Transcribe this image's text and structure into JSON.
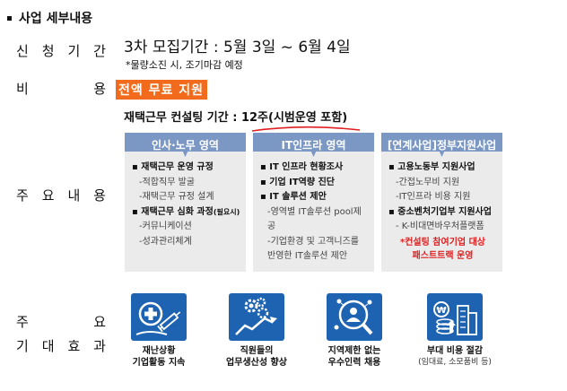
{
  "section": {
    "title": "사업 세부내용"
  },
  "labels": {
    "period": [
      "신",
      "청",
      "기",
      "간"
    ],
    "cost": [
      "비",
      "용"
    ],
    "content": [
      "주",
      "요",
      "내",
      "용"
    ],
    "effect_line1": [
      "주",
      "요"
    ],
    "effect_line2": [
      "기",
      "대",
      "효",
      "과"
    ]
  },
  "period": {
    "main": "3차 모집기간 : 5월 3일 ~ 6월 4일",
    "note": "*물량소진 시, 조기마감 예정"
  },
  "cost": {
    "value": "전액 무료 지원"
  },
  "duration": {
    "label": "재택근무 컨설팅 기간 : ",
    "value": "12주(시범운영 포함)"
  },
  "columns": [
    {
      "title": "인사·노무 영역",
      "items": [
        {
          "text": "▪ 재택근무 운영 규정",
          "style": "b"
        },
        {
          "text": "-적합직무 발굴",
          "style": "sub"
        },
        {
          "text": "-재택근무 규정 설계",
          "style": "sub"
        },
        {
          "text": "▪ 재택근무 심화 과정",
          "style": "b",
          "extra": "(필요시)"
        },
        {
          "text": "-커뮤니케이션",
          "style": "sub"
        },
        {
          "text": "-성과관리체계",
          "style": "sub"
        }
      ]
    },
    {
      "title": "IT인프라 영역",
      "items": [
        {
          "text": "▪ IT 인프라 현황조사",
          "style": "b"
        },
        {
          "text": "▪ 기업 IT역량 진단",
          "style": "b"
        },
        {
          "text": "▪ IT 솔루션 제안",
          "style": "b"
        },
        {
          "text": "-영역별 IT솔루션 pool제공",
          "style": "sub"
        },
        {
          "text": "-기업환경 및 고객니즈를",
          "style": "sub"
        },
        {
          "text": "반영한 IT솔루션 제안",
          "style": "sub"
        }
      ]
    },
    {
      "title": "[연계사업]정부지원사업",
      "items": [
        {
          "text": "▪ 고용노동부 지원사업",
          "style": "b"
        },
        {
          "text": "-간접노무비 지원",
          "style": "sub"
        },
        {
          "text": "-IT인프라 비용 지원",
          "style": "sub"
        },
        {
          "text": "▪ 중소벤처기업부 지원사업",
          "style": "b"
        },
        {
          "text": "- K-비대면바우처플랫폼",
          "style": "sub"
        },
        {
          "text": "*컨설팅 참여기업 대상",
          "style": "red"
        },
        {
          "text": "패스트트랙 운영",
          "style": "red"
        }
      ]
    }
  ],
  "effects": [
    {
      "icon": "medical-syringe-icon",
      "line1": "재난상황",
      "line2": "기업활동 지속",
      "note": ""
    },
    {
      "icon": "gear-growth-chart-icon",
      "line1": "직원들의",
      "line2": "업무생산성 향상",
      "note": ""
    },
    {
      "icon": "talent-search-icon",
      "line1": "지역제한 없는",
      "line2": "우수인력 채용",
      "note": ""
    },
    {
      "icon": "cost-saving-buildings-icon",
      "line1": "부대 비용 절감",
      "line2": "",
      "note": "(임대료, 소모품비 등)"
    }
  ],
  "colors": {
    "header_bg": "#7b97c4",
    "icon_bg": "#1e63b2",
    "cost_bg": "#f26a1b",
    "red_text": "#e02020"
  }
}
